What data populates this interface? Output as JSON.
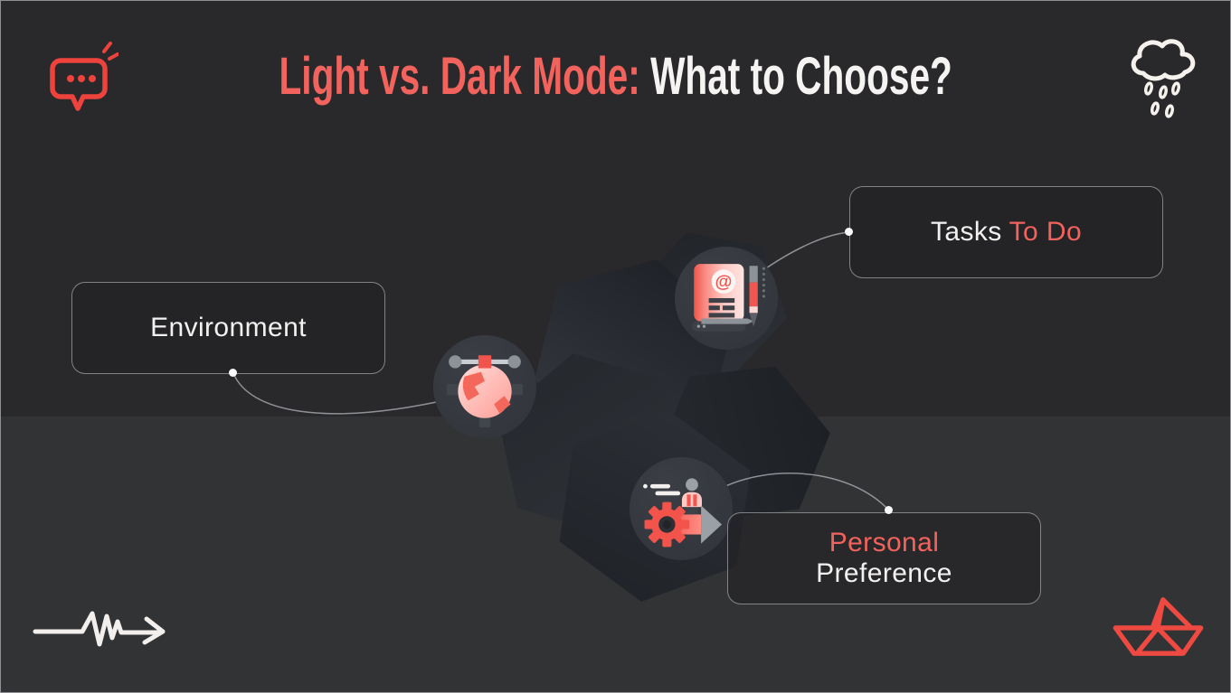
{
  "title": {
    "accent": "Light vs. Dark Mode:",
    "rest": "What to Choose?"
  },
  "nodes": {
    "environment": {
      "label": "Environment"
    },
    "tasks": {
      "label_white": "Tasks",
      "label_accent": "To Do"
    },
    "personal": {
      "label_accent": "Personal",
      "label_white": "Preference"
    }
  },
  "icons": {
    "at_symbol": "@",
    "node_icons": [
      "globe-vector-pen-tool-icon",
      "address-book-pencil-icon",
      "gear-person-arrow-icon"
    ],
    "corner_icons": [
      "speech-bubble-icon",
      "rain-cloud-icon",
      "scribble-arrow-icon",
      "paper-boat-icon"
    ]
  },
  "colors": {
    "accent": "#f2635d",
    "text_white": "#f5f3f1",
    "bg_top": "#29292b",
    "bg_bottom": "#323335",
    "doodle_red": "#ee423c",
    "doodle_white": "#f5f1ed",
    "icon_circle": "#373a41"
  }
}
